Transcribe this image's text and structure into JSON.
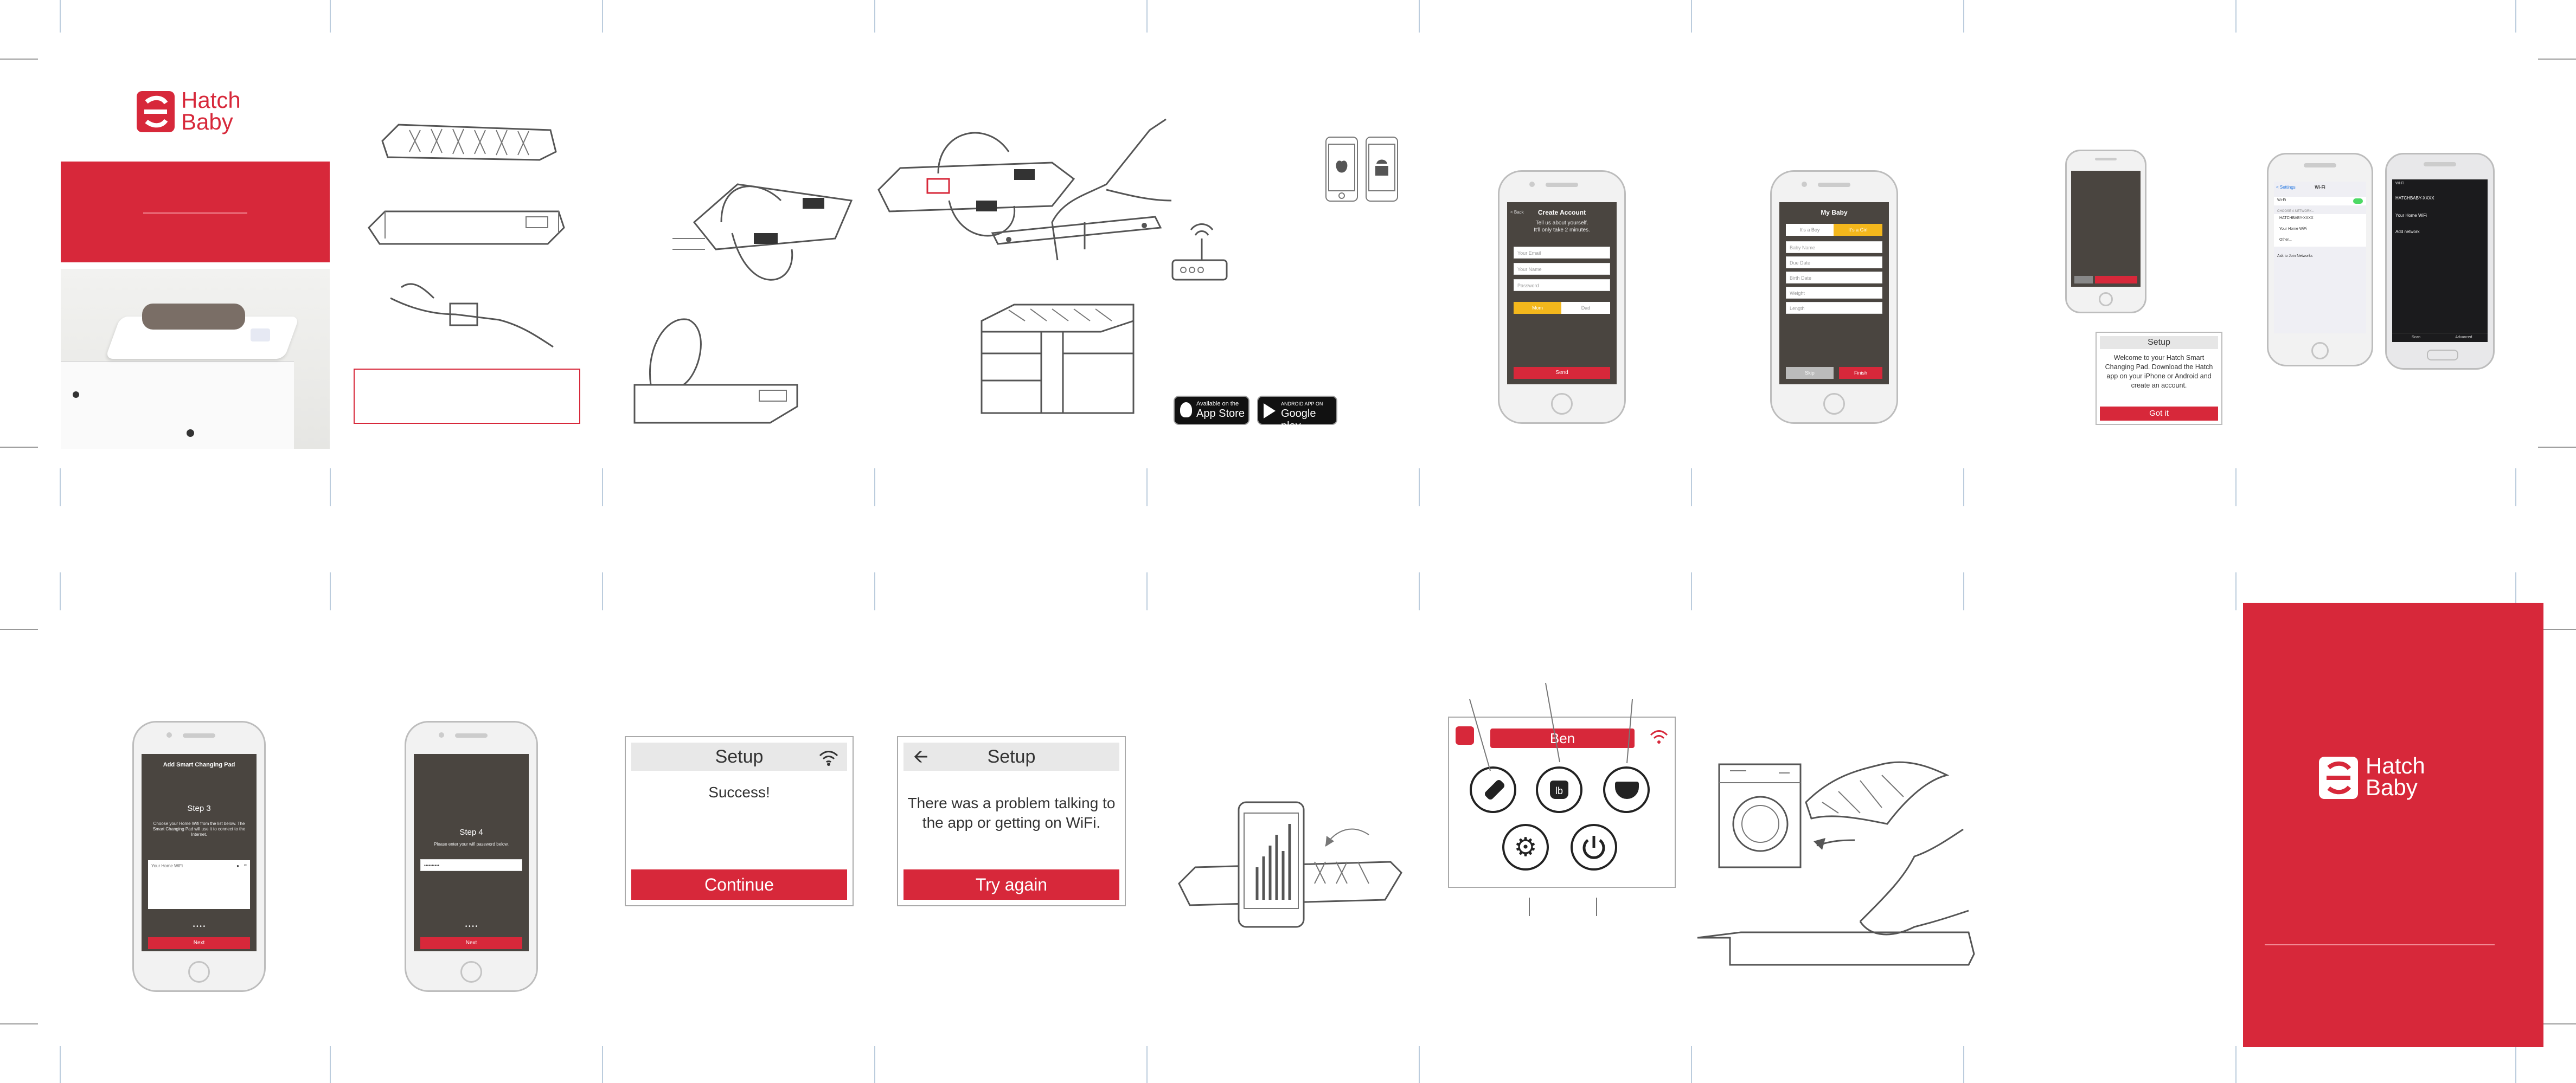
{
  "brand": {
    "name_line1": "Hatch",
    "name_line2": "Baby",
    "red": "#d7283a"
  },
  "create_account": {
    "nav_back": "< Back",
    "title": "Create Account",
    "subtitle": "Tell us about yourself.\nIt'll only take 2 minutes.",
    "fields": [
      "Your Email",
      "Your Name",
      "Password"
    ],
    "toggle_left": "Mom",
    "toggle_right": "Dad",
    "button": "Send"
  },
  "my_baby": {
    "title": "My Baby",
    "toggle_left": "It's a Boy",
    "toggle_right": "It's a Girl",
    "fields": [
      "Baby Name",
      "Due Date",
      "Birth Date",
      "Weight",
      "Length"
    ],
    "button_left": "Skip",
    "button_right": "Finish"
  },
  "wifi_list": {
    "back": "< Settings",
    "title": "Wi-Fi",
    "wifi_label": "Wi-Fi",
    "network_header": "CHOOSE A NETWORK...",
    "networks": [
      "HATCHBABY-XXXX",
      "Your Home WiFi",
      "Other..."
    ],
    "ask_join": "Ask to Join Networks"
  },
  "android_wifi": {
    "title": "Wi-Fi",
    "networks": [
      "HATCHBABY-XXXX",
      "Your Home WiFi",
      "Add network"
    ],
    "btn_left": "Scan",
    "btn_right": "Advanced"
  },
  "setup_dialog": {
    "title": "Setup",
    "message": "Welcome to your Hatch Smart Changing Pad. Download the Hatch app on your iPhone or Android and create an account.",
    "button": "Got it"
  },
  "step3": {
    "title": "Add Smart Changing Pad",
    "step": "Step 3",
    "instruction": "Choose your Home Wifi from the list below. The Smart Changing Pad will use it to connect to the Internet.",
    "wifi_field": "Your Home WiFi",
    "button": "Next"
  },
  "step4": {
    "step": "Step 4",
    "instruction": "Please enter your wifi password below.",
    "password_mask": "••••••••••",
    "button": "Next"
  },
  "success_panel": {
    "title": "Setup",
    "message": "Success!",
    "button": "Continue"
  },
  "error_panel": {
    "title": "Setup",
    "message": "There was a problem talking to the app or getting on WiFi.",
    "button": "Try again"
  },
  "device_screen": {
    "name": "Ben",
    "lb_label": "lb"
  },
  "store_badges": {
    "apple_small": "Available on the",
    "apple_big": "App Store",
    "google_small": "ANDROID APP ON",
    "google_big": "Google play"
  }
}
